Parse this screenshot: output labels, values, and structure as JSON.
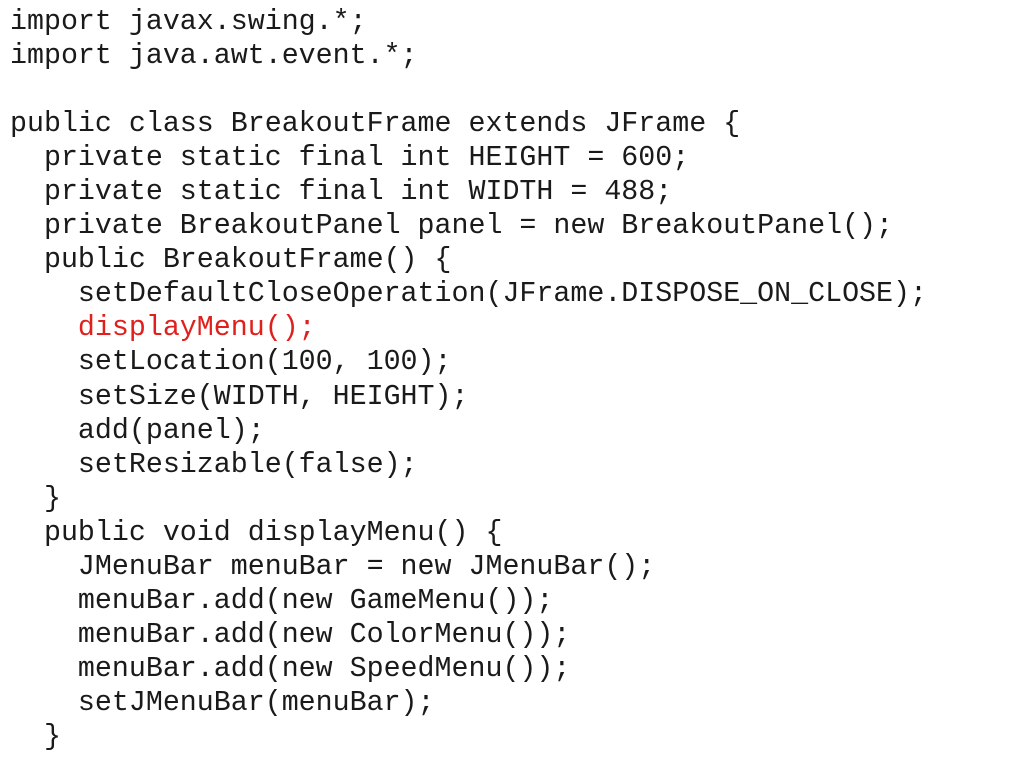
{
  "code": {
    "highlight_color": "#e0201c",
    "text_color": "#1a1a1a",
    "lines": [
      {
        "text": "import javax.swing.*;",
        "highlight": false
      },
      {
        "text": "import java.awt.event.*;",
        "highlight": false
      },
      {
        "text": "",
        "highlight": false
      },
      {
        "text": "public class BreakoutFrame extends JFrame {",
        "highlight": false
      },
      {
        "text": "  private static final int HEIGHT = 600;",
        "highlight": false
      },
      {
        "text": "  private static final int WIDTH = 488;",
        "highlight": false
      },
      {
        "text": "  private BreakoutPanel panel = new BreakoutPanel();",
        "highlight": false
      },
      {
        "text": "  public BreakoutFrame() {",
        "highlight": false
      },
      {
        "text": "    setDefaultCloseOperation(JFrame.DISPOSE_ON_CLOSE);",
        "highlight": false
      },
      {
        "text": "    displayMenu();",
        "highlight": true
      },
      {
        "text": "    setLocation(100, 100);",
        "highlight": false
      },
      {
        "text": "    setSize(WIDTH, HEIGHT);",
        "highlight": false
      },
      {
        "text": "    add(panel);",
        "highlight": false
      },
      {
        "text": "    setResizable(false);",
        "highlight": false
      },
      {
        "text": "  }",
        "highlight": false
      },
      {
        "text": "  public void displayMenu() {",
        "highlight": false
      },
      {
        "text": "    JMenuBar menuBar = new JMenuBar();",
        "highlight": false
      },
      {
        "text": "    menuBar.add(new GameMenu());",
        "highlight": false
      },
      {
        "text": "    menuBar.add(new ColorMenu());",
        "highlight": false
      },
      {
        "text": "    menuBar.add(new SpeedMenu());",
        "highlight": false
      },
      {
        "text": "    setJMenuBar(menuBar);",
        "highlight": false
      },
      {
        "text": "  }",
        "highlight": false
      }
    ]
  }
}
